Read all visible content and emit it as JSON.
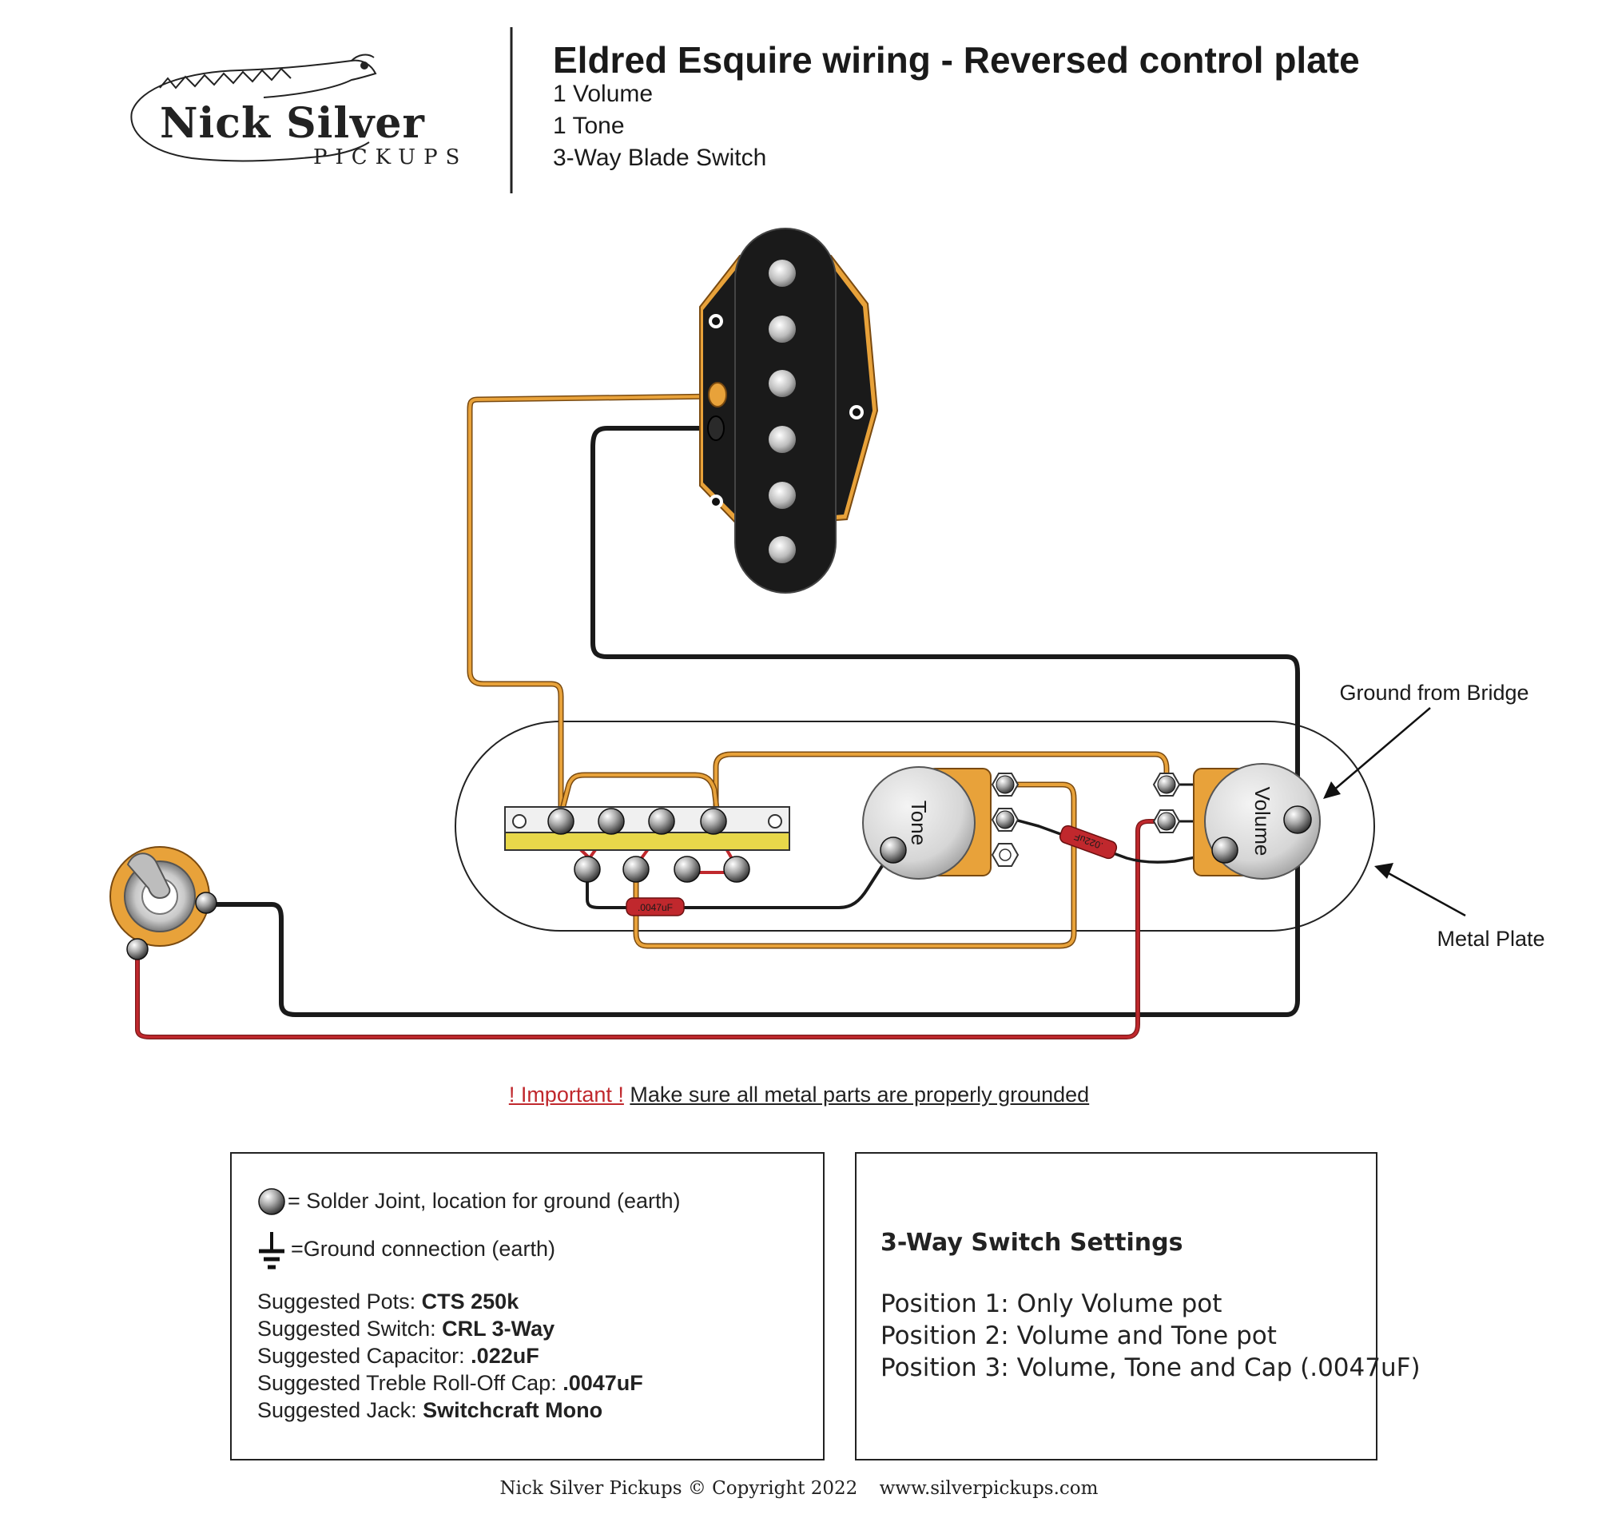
{
  "logo": {
    "line1": "Nick Silver",
    "line2": "PICKUPS"
  },
  "header": {
    "title": "Eldred Esquire wiring - Reversed control plate",
    "specs": [
      "1 Volume",
      "1 Tone",
      "3-Way Blade Switch"
    ]
  },
  "diagram": {
    "tone_label": "Tone",
    "volume_label": "Volume",
    "ground_from_bridge": "Ground from Bridge",
    "metal_plate": "Metal Plate",
    "cap_tone_label": ".022uF",
    "cap_switch_label": ".0047uF",
    "colors": {
      "hot_wire": "#e8a23a",
      "ground_wire": "#1a1a1a",
      "red_wire": "#c0282d",
      "pot_body": "#e8a23a",
      "switch_bar": "#e8d84a"
    }
  },
  "important": {
    "flag": "! Important !",
    "message": "Make sure all metal parts are properly grounded"
  },
  "legend": {
    "solder_joint": "= Solder Joint, location for ground (earth)",
    "ground_connection": "=Ground connection (earth)",
    "items": [
      {
        "label": "Suggested Pots: ",
        "value": "CTS 250k"
      },
      {
        "label": "Suggested Switch: ",
        "value": "CRL 3-Way"
      },
      {
        "label": "Suggested Capacitor: ",
        "value": ".022uF"
      },
      {
        "label": "Suggested Treble Roll-Off Cap: ",
        "value": ".0047uF"
      },
      {
        "label": "Suggested Jack: ",
        "value": "Switchcraft Mono"
      }
    ]
  },
  "switch_settings": {
    "title": "3-Way Switch Settings",
    "positions": [
      "Position 1: Only Volume pot",
      "Position 2: Volume and Tone pot",
      "Position 3: Volume, Tone and Cap (.0047uF)"
    ]
  },
  "footer": {
    "copyright": "Nick Silver Pickups © Copyright 2022",
    "url": "www.silverpickups.com"
  }
}
